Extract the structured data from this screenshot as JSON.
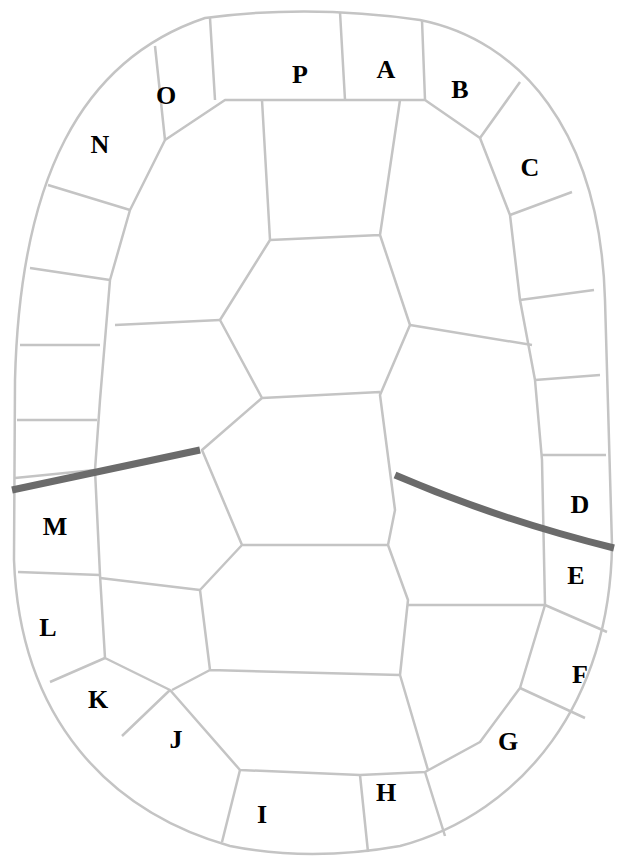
{
  "diagram": {
    "labels": [
      "A",
      "B",
      "C",
      "D",
      "E",
      "F",
      "G",
      "H",
      "I",
      "J",
      "K",
      "L",
      "M",
      "N",
      "O",
      "P"
    ]
  }
}
